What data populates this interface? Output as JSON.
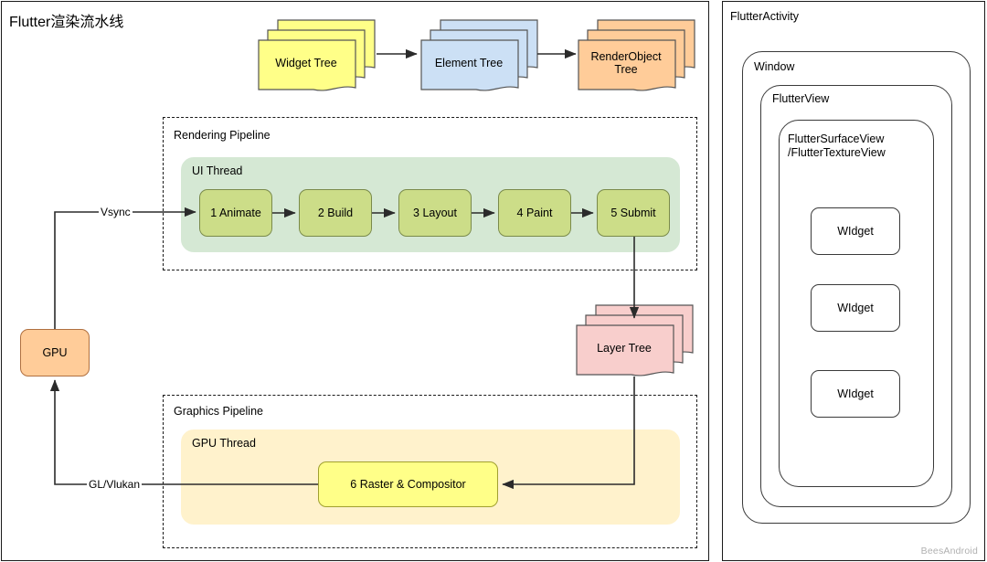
{
  "left_panel": {
    "title": "Flutter渲染流水线",
    "trees": [
      {
        "label": "Widget Tree",
        "color": "#ffff88"
      },
      {
        "label": "Element Tree",
        "color": "#cce0f5"
      },
      {
        "label": "RenderObject\nTree",
        "color": "#ffcc99"
      }
    ],
    "rendering_pipeline": {
      "label": "Rendering Pipeline",
      "thread_label": "UI Thread",
      "steps": [
        {
          "label": "1 Animate"
        },
        {
          "label": "2 Build"
        },
        {
          "label": "3 Layout"
        },
        {
          "label": "4 Paint"
        },
        {
          "label": "5 Submit"
        }
      ]
    },
    "graphics_pipeline": {
      "label": "Graphics Pipeline",
      "thread_label": "GPU Thread",
      "steps": [
        {
          "label": "6 Raster & Compositor"
        }
      ]
    },
    "gpu": {
      "label": "GPU"
    },
    "layer_tree": {
      "label": "Layer Tree",
      "color": "#f8cecc"
    },
    "edges": {
      "vsync": "Vsync",
      "gl_vulkan": "GL/Vlukan"
    }
  },
  "right_panel": {
    "title": "FlutterActivity",
    "nested": [
      {
        "label": "Window"
      },
      {
        "label": "FlutterView"
      },
      {
        "label": "FlutterSurfaceView\n/FlutterTextureView"
      }
    ],
    "widgets": [
      {
        "label": "WIdget"
      },
      {
        "label": "WIdget"
      },
      {
        "label": "WIdget"
      }
    ]
  },
  "watermark": "BeesAndroid",
  "colors": {
    "widget_tree": "#ffff88",
    "element_tree": "#cce0f5",
    "renderobject_tree": "#ffcc99",
    "layer_tree": "#f8cecc",
    "ui_thread": "#d5e8d4",
    "gpu_thread": "#fff2cc",
    "step_green": "#ccdd88",
    "step_yellow": "#ffff88",
    "gpu_box": "#ffcc99",
    "stroke": "#1a1a1a"
  }
}
